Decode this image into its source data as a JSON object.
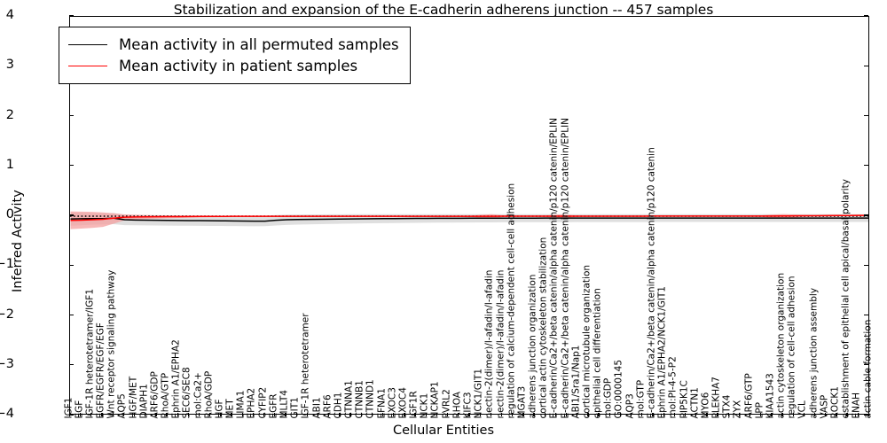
{
  "chart_data": {
    "type": "line",
    "title": "Stabilization and expansion of the E-cadherin adherens junction -- 457 samples",
    "xlabel": "Cellular Entities",
    "ylabel": "Inferred Activity",
    "ylim": [
      -4,
      4
    ],
    "yticks": [
      -4,
      -3,
      -2,
      -1,
      0,
      1,
      2,
      3,
      4
    ],
    "grid": false,
    "legend_position": "upper left",
    "zero_reference_line": {
      "value": 0,
      "style": "dotted",
      "color": "#000000"
    },
    "categories": [
      "IGF1",
      "EGF",
      "IGF-1R heterotetramer/IGF1",
      "EGFR/EGFR/EGF/EGF",
      "Wnt receptor signaling pathway",
      "AQP5",
      "HGF/MET",
      "DIAPH1",
      "ARF6/GDP",
      "RhoA/GTP",
      "Ephrin A1/EPHA2",
      "SEC6/SEC8",
      "mol:Ca2+",
      "RhoA/GDP",
      "HGF",
      "MET",
      "LIMA1",
      "EPHA2",
      "CYFIP2",
      "EGFR",
      "MLLT4",
      "GIT1",
      "IGF-1R heterotetramer",
      "ABI1",
      "ARF6",
      "CDH1",
      "CTNNA1",
      "CTNNB1",
      "CTNND1",
      "EFNA1",
      "EXOC3",
      "EXOC4",
      "IGF1R",
      "NCK1",
      "NCKAP1",
      "PVRL2",
      "RHOA",
      "KIFC3",
      "NCK1/GIT1",
      "nectin-2(dimer)/l-afadin/l-afadin",
      "nectin-2(dimer)/l-afadin/l-afadin",
      "regulation of calcium-dependent cell-cell adhesion",
      "MGAT3",
      "adherens junction organization",
      "cortical actin cytoskeleton stabilization",
      "E-cadherin/Ca2+/beta catenin/alpha catenin/p120 catenin/EPLIN",
      "E-cadherin/Ca2+/beta catenin/alpha catenin/p120 catenin/EPLIN",
      "ABI1/Sra1/Nap1",
      "cortical microtubule organization",
      "epithelial cell differentiation",
      "mol:GDP",
      "GO:0000145",
      "AQP3",
      "mol:GTP",
      "E-cadherin/Ca2+/beta catenin/alpha catenin/p120 catenin",
      "Ephrin A1/EPHA2/NCK1/GIT1",
      "mol:PI-4-5-P2",
      "PIP5K1C",
      "ACTN1",
      "MYO6",
      "PLEKHA7",
      "STX4",
      "ZYX",
      "ARF6/GTP",
      "LPP",
      "KIAA1543",
      "actin cytoskeleton organization",
      "regulation of cell-cell adhesion",
      "VCL",
      "adherens junction assembly",
      "VASP",
      "ROCK1",
      "establishment of epithelial cell apical/basal polarity",
      "ENAH",
      "actin cable formation"
    ],
    "series": [
      {
        "name": "Mean activity in all permuted samples",
        "color": "#000000",
        "band_color": "#d9d9d9",
        "values": [
          -0.055,
          -0.052,
          -0.05,
          -0.048,
          -0.04,
          -0.072,
          -0.078,
          -0.08,
          -0.082,
          -0.085,
          -0.086,
          -0.088,
          -0.09,
          -0.092,
          -0.093,
          -0.095,
          -0.098,
          -0.1,
          -0.1,
          -0.082,
          -0.07,
          -0.066,
          -0.064,
          -0.062,
          -0.06,
          -0.058,
          -0.056,
          -0.054,
          -0.052,
          -0.05,
          -0.048,
          -0.046,
          -0.045,
          -0.044,
          -0.043,
          -0.042,
          -0.042,
          -0.041,
          -0.041,
          -0.04,
          -0.04,
          -0.04,
          -0.039,
          -0.039,
          -0.038,
          -0.038,
          -0.038,
          -0.038,
          -0.038,
          -0.038,
          -0.038,
          -0.038,
          -0.038,
          -0.038,
          -0.038,
          -0.038,
          -0.038,
          -0.038,
          -0.038,
          -0.038,
          -0.038,
          -0.038,
          -0.038,
          -0.038,
          -0.038,
          -0.038,
          -0.038,
          -0.038,
          -0.038,
          -0.038,
          -0.038,
          -0.038,
          -0.038,
          -0.038,
          -0.038
        ],
        "band_upper": [
          0.075,
          0.07,
          0.062,
          0.058,
          0.065,
          0.03,
          0.022,
          0.018,
          0.016,
          0.014,
          0.012,
          0.01,
          0.009,
          0.008,
          0.007,
          0.006,
          0.005,
          0.004,
          0.006,
          0.022,
          0.032,
          0.034,
          0.035,
          0.036,
          0.037,
          0.038,
          0.039,
          0.04,
          0.04,
          0.04,
          0.04,
          0.04,
          0.04,
          0.04,
          0.04,
          0.04,
          0.04,
          0.04,
          0.04,
          0.04,
          0.04,
          0.04,
          0.04,
          0.04,
          0.04,
          0.04,
          0.04,
          0.04,
          0.04,
          0.04,
          0.04,
          0.04,
          0.04,
          0.04,
          0.04,
          0.04,
          0.04,
          0.04,
          0.04,
          0.04,
          0.04,
          0.04,
          0.04,
          0.04,
          0.04,
          0.04,
          0.04,
          0.04,
          0.04,
          0.04,
          0.04,
          0.04,
          0.04,
          0.04,
          0.04
        ],
        "band_lower": [
          -0.19,
          -0.182,
          -0.172,
          -0.165,
          -0.16,
          -0.18,
          -0.182,
          -0.184,
          -0.186,
          -0.188,
          -0.19,
          -0.192,
          -0.194,
          -0.195,
          -0.196,
          -0.198,
          -0.2,
          -0.202,
          -0.2,
          -0.186,
          -0.175,
          -0.17,
          -0.165,
          -0.16,
          -0.156,
          -0.152,
          -0.148,
          -0.145,
          -0.142,
          -0.14,
          -0.138,
          -0.136,
          -0.134,
          -0.132,
          -0.13,
          -0.128,
          -0.127,
          -0.126,
          -0.125,
          -0.124,
          -0.123,
          -0.122,
          -0.121,
          -0.12,
          -0.12,
          -0.119,
          -0.119,
          -0.118,
          -0.118,
          -0.118,
          -0.118,
          -0.117,
          -0.117,
          -0.117,
          -0.117,
          -0.116,
          -0.116,
          -0.116,
          -0.116,
          -0.116,
          -0.116,
          -0.116,
          -0.116,
          -0.116,
          -0.116,
          -0.116,
          -0.116,
          -0.116,
          -0.116,
          -0.116,
          -0.116,
          -0.116,
          -0.116,
          -0.116,
          -0.116
        ]
      },
      {
        "name": "Mean activity in patient samples",
        "color": "#ff0000",
        "band_color": "#f4a0a0",
        "values": [
          -0.085,
          -0.08,
          -0.07,
          -0.062,
          -0.04,
          -0.02,
          -0.016,
          -0.014,
          -0.012,
          -0.01,
          -0.008,
          -0.006,
          -0.005,
          -0.004,
          -0.004,
          -0.003,
          -0.003,
          -0.002,
          -0.002,
          -0.002,
          -0.002,
          -0.002,
          -0.002,
          -0.002,
          -0.002,
          -0.002,
          -0.002,
          -0.002,
          -0.002,
          -0.002,
          -0.002,
          -0.002,
          -0.002,
          -0.002,
          -0.002,
          -0.002,
          -0.002,
          -0.002,
          -0.002,
          -0.002,
          0.0,
          0.0,
          0.0,
          0.0,
          0.0,
          0.0,
          0.0,
          0.0,
          0.0,
          0.0,
          0.0,
          0.0,
          0.0,
          0.0,
          0.002,
          0.002,
          0.002,
          0.002,
          0.002,
          0.002,
          0.002,
          0.002,
          0.002,
          0.002,
          0.002,
          0.003,
          0.004,
          0.006,
          0.008,
          0.01,
          0.012,
          0.013,
          0.014,
          0.015,
          0.016
        ],
        "band_upper": [
          0.095,
          0.092,
          0.086,
          0.075,
          0.058,
          0.035,
          0.028,
          0.024,
          0.02,
          0.018,
          0.016,
          0.014,
          0.012,
          0.011,
          0.01,
          0.01,
          0.009,
          0.009,
          0.008,
          0.008,
          0.008,
          0.008,
          0.008,
          0.008,
          0.008,
          0.008,
          0.008,
          0.008,
          0.008,
          0.008,
          0.008,
          0.008,
          0.008,
          0.008,
          0.008,
          0.008,
          0.008,
          0.01,
          0.026,
          0.04,
          0.016,
          0.01,
          0.01,
          0.01,
          0.012,
          0.034,
          0.026,
          0.012,
          0.01,
          0.01,
          0.01,
          0.01,
          0.01,
          0.01,
          0.012,
          0.012,
          0.012,
          0.012,
          0.012,
          0.012,
          0.012,
          0.012,
          0.012,
          0.014,
          0.018,
          0.034,
          0.042,
          0.034,
          0.022,
          0.02,
          0.022,
          0.024,
          0.026,
          0.028,
          0.03
        ],
        "band_lower": [
          -0.26,
          -0.25,
          -0.236,
          -0.215,
          -0.15,
          -0.082,
          -0.064,
          -0.056,
          -0.048,
          -0.042,
          -0.036,
          -0.03,
          -0.026,
          -0.022,
          -0.02,
          -0.018,
          -0.017,
          -0.016,
          -0.015,
          -0.014,
          -0.014,
          -0.014,
          -0.014,
          -0.014,
          -0.014,
          -0.014,
          -0.014,
          -0.014,
          -0.014,
          -0.014,
          -0.014,
          -0.014,
          -0.014,
          -0.014,
          -0.014,
          -0.014,
          -0.014,
          -0.016,
          -0.03,
          -0.044,
          -0.018,
          -0.012,
          -0.012,
          -0.012,
          -0.014,
          -0.038,
          -0.03,
          -0.014,
          -0.012,
          -0.012,
          -0.012,
          -0.012,
          -0.012,
          -0.012,
          -0.01,
          -0.01,
          -0.01,
          -0.01,
          -0.01,
          -0.01,
          -0.01,
          -0.01,
          -0.01,
          -0.012,
          -0.016,
          -0.03,
          -0.038,
          -0.028,
          -0.014,
          -0.01,
          -0.008,
          -0.006,
          -0.004,
          -0.002,
          0.0
        ]
      }
    ]
  },
  "legend": {
    "entries": [
      {
        "label": "Mean activity in all permuted samples",
        "color": "#000000"
      },
      {
        "label": "Mean activity in patient samples",
        "color": "#ff0000"
      }
    ]
  }
}
